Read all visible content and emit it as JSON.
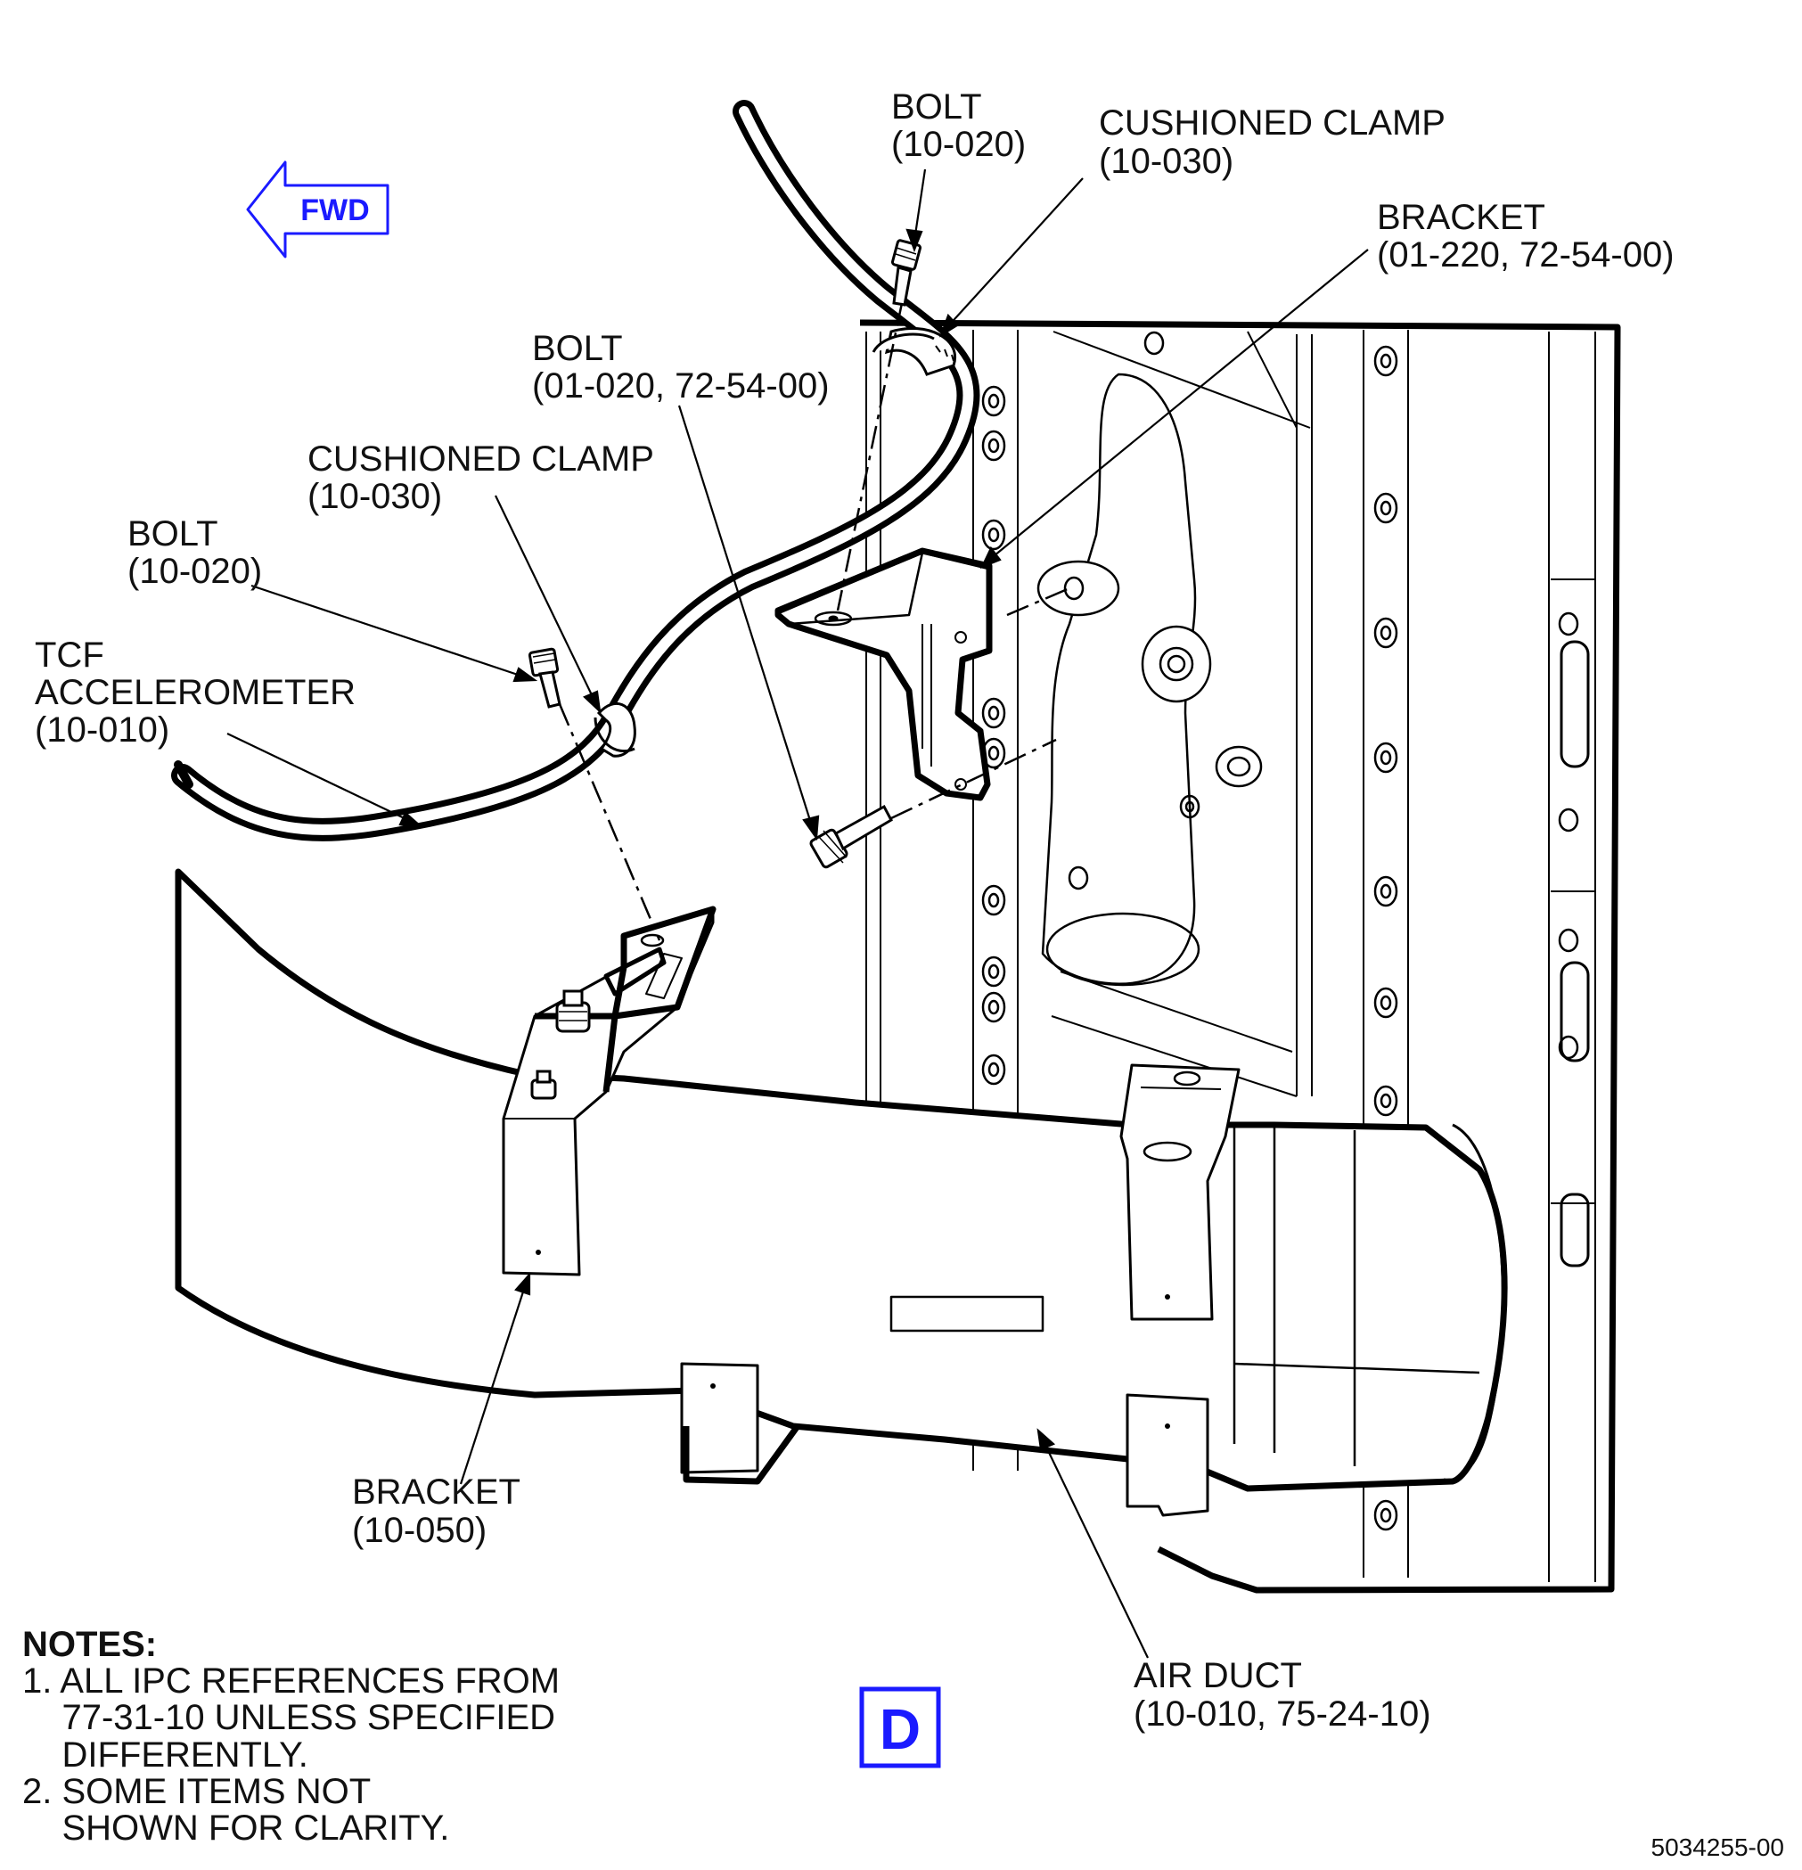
{
  "colors": {
    "line": "#000000",
    "accent": "#1a1aff"
  },
  "fwd_arrow": {
    "label": "FWD"
  },
  "callouts": {
    "bolt_top": {
      "line1": "BOLT",
      "line2": "(10-020)"
    },
    "clamp_top": {
      "line1": "CUSHIONED CLAMP",
      "line2": "(10-030)"
    },
    "bracket_top": {
      "line1": "BRACKET",
      "line2": "(01-220, 72-54-00)"
    },
    "bolt_mid": {
      "line1": "BOLT",
      "line2": "(01-020, 72-54-00)"
    },
    "clamp_mid": {
      "line1": "CUSHIONED CLAMP",
      "line2": "(10-030)"
    },
    "bolt_left": {
      "line1": "BOLT",
      "line2": "(10-020)"
    },
    "accelerometer": {
      "line1": "TCF",
      "line2": "ACCELEROMETER",
      "line3": "(10-010)"
    },
    "bracket_bottom": {
      "line1": "BRACKET",
      "line2": "(10-050)"
    },
    "air_duct": {
      "line1": "AIR DUCT",
      "line2": "(10-010, 75-24-10)"
    }
  },
  "notes": {
    "title": "NOTES:",
    "lines": [
      "1. ALL IPC REFERENCES FROM",
      "    77-31-10 UNLESS SPECIFIED",
      "    DIFFERENTLY.",
      "2. SOME ITEMS NOT",
      "    SHOWN FOR CLARITY."
    ]
  },
  "view_label": "D",
  "figure_number": "5034255-00"
}
